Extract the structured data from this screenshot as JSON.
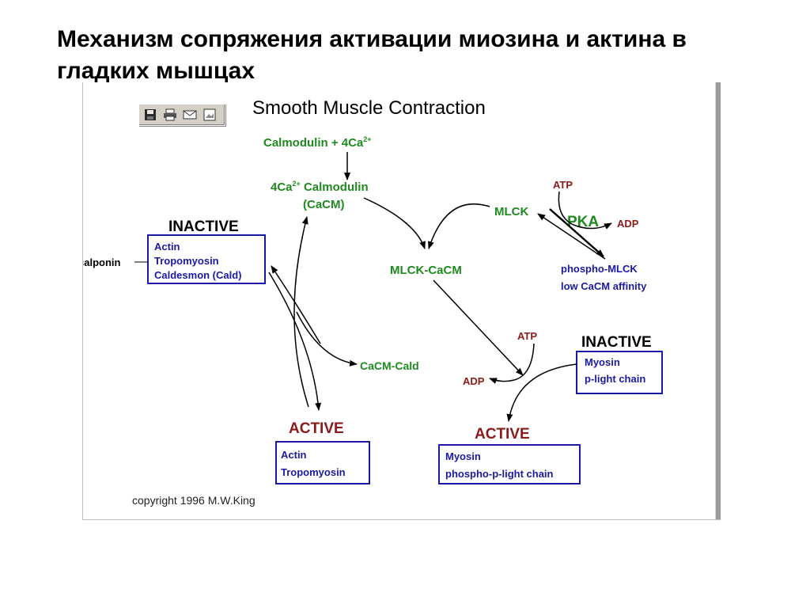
{
  "slide": {
    "title_line1": "Механизм сопряжения активации миозина и актина в",
    "title_line2": "гладких мышцах"
  },
  "toolbar": {
    "buttons": [
      "save-icon",
      "print-icon",
      "mail-icon",
      "image-icon"
    ]
  },
  "diagram": {
    "title": "Smooth Muscle Contraction",
    "calmodulin_top": "Calmodulin + 4Ca",
    "calmodulin_top_sup": "2+",
    "ca_calmodulin": "4Ca",
    "ca_calmodulin_sup": "2+",
    "ca_calmodulin_rest": " Calmodulin",
    "cacm": "(CaCM)",
    "inactive_left": "INACTIVE",
    "calponin": "calponin",
    "inactive_left_box": [
      "Actin",
      "Tropomyosin",
      "Caldesmon (Cald)"
    ],
    "mlck": "MLCK",
    "atp_top": "ATP",
    "pka": "PKA",
    "adp_right": "ADP",
    "mlck_cacm": "MLCK-CaCM",
    "phospho_mlck": [
      "phospho-MLCK",
      "low CaCM affinity"
    ],
    "cacm_cald": "CaCM-Cald",
    "atp_mid": "ATP",
    "adp_mid": "ADP",
    "inactive_right": "INACTIVE",
    "inactive_right_box": [
      "Myosin",
      "p-light chain"
    ],
    "active_left": "ACTIVE",
    "active_left_box": [
      "Actin",
      "Tropomyosin"
    ],
    "active_right": "ACTIVE",
    "active_right_box": [
      "Myosin",
      "phospho-p-light chain"
    ],
    "copyright": "copyright 1996 M.W.King"
  },
  "colors": {
    "green": "#1f8a1f",
    "blue": "#1a1aa6",
    "dark_red": "#8b1a1a",
    "box_border": "#1a1aa6"
  }
}
